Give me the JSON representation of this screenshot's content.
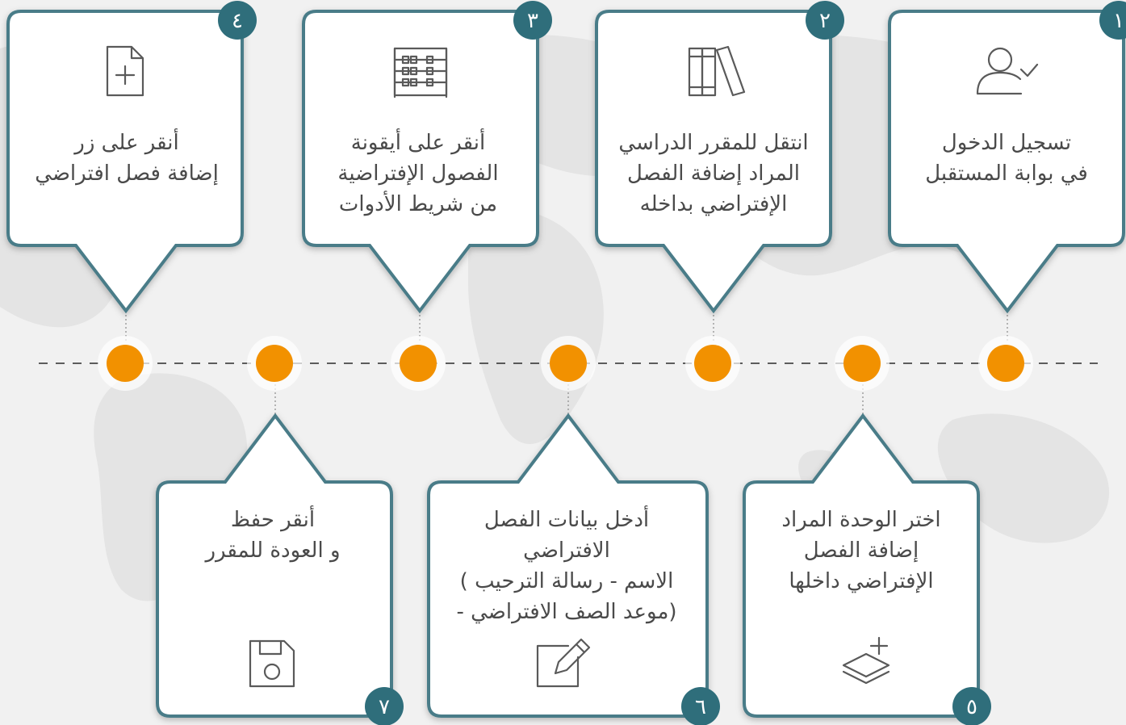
{
  "colors": {
    "teal": "#4a7b88",
    "badge": "#2f6e7b",
    "orange": "#f29100",
    "text": "#4a4a4a",
    "icon": "#5a5a5a",
    "background": "#f1f1f1"
  },
  "steps": [
    {
      "number": "١",
      "icon": "user-check-icon",
      "lines": [
        "تسجيل الدخول",
        "في بوابة المستقبل"
      ]
    },
    {
      "number": "٢",
      "icon": "books-icon",
      "lines": [
        "انتقل للمقرر الدراسي",
        "المراد إضافة الفصل",
        "الإفتراضي بداخله"
      ]
    },
    {
      "number": "٣",
      "icon": "abacus-icon",
      "lines": [
        "أنقر على أيقونة",
        "الفصول الإفتراضية",
        "من شريط الأدوات"
      ]
    },
    {
      "number": "٤",
      "icon": "file-add-icon",
      "lines": [
        "أنقر على زر",
        "إضافة فصل افتراضي"
      ]
    },
    {
      "number": "٥",
      "icon": "layers-add-icon",
      "lines": [
        "اختر الوحدة المراد",
        "إضافة الفصل",
        "الإفتراضي داخلها"
      ]
    },
    {
      "number": "٦",
      "icon": "edit-icon",
      "lines": [
        "أدخل بيانات الفصل",
        "الافتراضي",
        "الاسم - رسالة الترحيب )",
        "(موعد الصف الافتراضي -"
      ]
    },
    {
      "number": "٧",
      "icon": "save-icon",
      "lines": [
        "أنقر حفظ",
        "و العودة للمقرر"
      ]
    }
  ]
}
